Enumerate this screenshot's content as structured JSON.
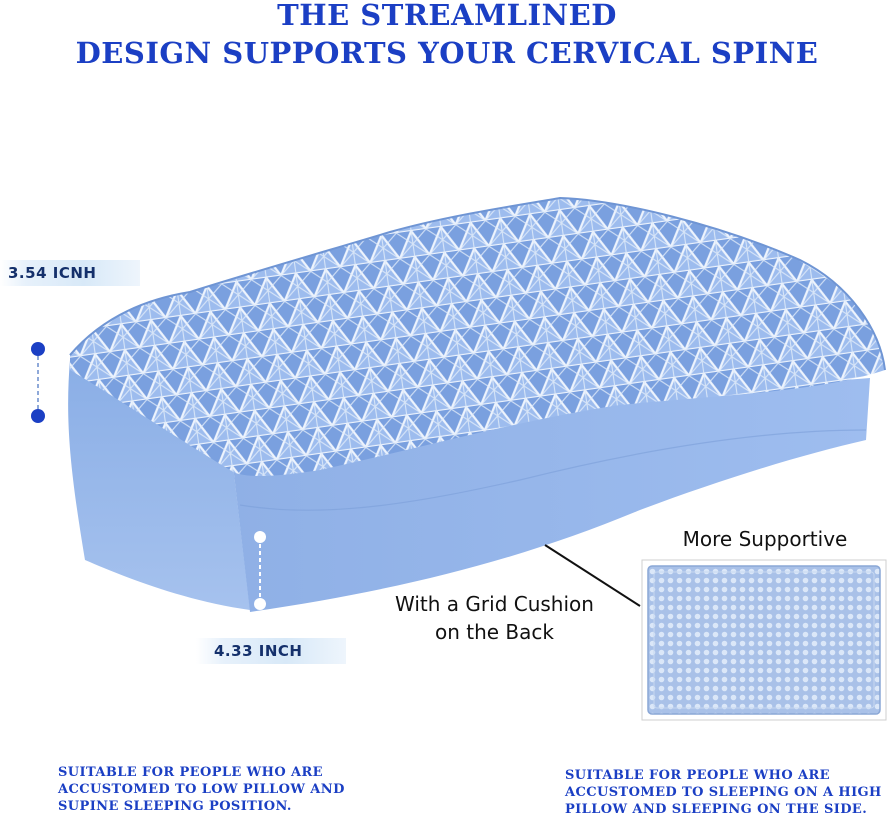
{
  "headline": {
    "line1": "THE STREAMLINED",
    "line2": "DESIGN SUPPORTS YOUR CERVICAL SPINE"
  },
  "dimensions": {
    "height_label": "3.54 ICNH",
    "width_label": "4.33 INCH"
  },
  "grid_back": {
    "caption_line1": "With a Grid Cushion",
    "caption_line2": "on the Back",
    "inset_label": "More Supportive"
  },
  "notes": {
    "left": [
      "SUITABLE FOR PEOPLE WHO ARE",
      "ACCUSTOMED TO LOW PILLOW AND",
      "SUPINE SLEEPING POSITION."
    ],
    "right": [
      "SUITABLE FOR PEOPLE WHO ARE",
      "ACCUSTOMED TO SLEEPING ON A HIGH",
      "PILLOW AND SLEEPING ON THE SIDE."
    ]
  },
  "colors": {
    "headline": "#1b3fc4",
    "pillow": "#8fb2e6",
    "pillow_shadow": "#6e93cf",
    "grid_lines": "#e8f0fb"
  }
}
